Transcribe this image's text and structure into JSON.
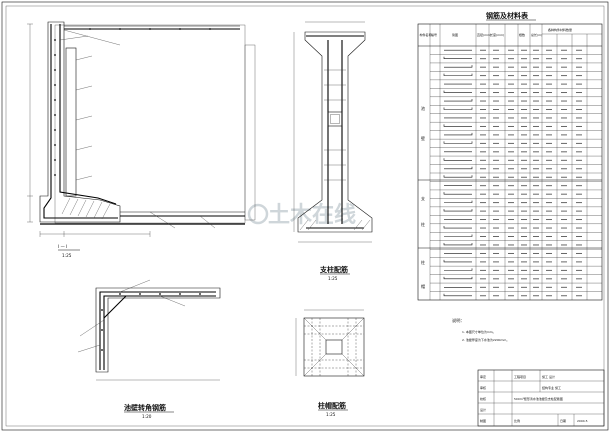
{
  "drawing": {
    "views": {
      "section_1": {
        "title": "I — I",
        "scale": "1:25"
      },
      "column_rebar": {
        "title": "支柱配筋",
        "scale": "1:25"
      },
      "corner_rebar": {
        "title": "池壁转角钢筋",
        "scale": "1:20"
      },
      "column_cap_rebar": {
        "title": "柱帽配筋",
        "scale": "1:25"
      }
    },
    "table": {
      "title": "钢筋及材料表",
      "header_col1": "构件名称",
      "header_col2": "编号",
      "header_col3": "简图",
      "header_col4": "直径(mm)",
      "header_col5": "长度(mm)",
      "header_col6": "根数",
      "header_col7": "总长(m)",
      "header_group": "各种构件材料数量",
      "group_labels": [
        "池",
        "壁",
        "支",
        "柱",
        "柱",
        "帽"
      ],
      "row_count": 30
    },
    "notes": {
      "heading": "说明：",
      "line1": "1. 本图尺寸单位为mm。",
      "line2": "2. 池壁厚度为下水池为2200mm。"
    },
    "title_block": {
      "label_approve": "审定",
      "label_review": "审核",
      "label_check": "校核",
      "label_design": "设计",
      "label_draw": "制图",
      "label_project": "工程项目",
      "stage": "施工 设计",
      "sheet_type": "结构专业 施工",
      "drawing_name": "500m³矩形清水池池壁及支柱配筋图",
      "scale_label": "比例",
      "date_label": "日期",
      "date_value": "2004.5",
      "sheet_no_label": "图号"
    },
    "watermark": "土木在线"
  }
}
